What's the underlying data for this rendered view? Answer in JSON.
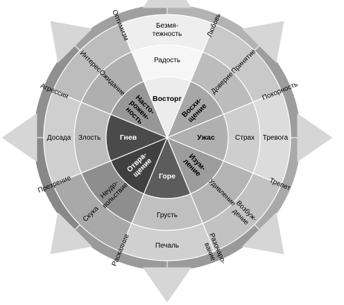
{
  "emotions": [
    {
      "mild": "Безмя-\nтежность",
      "basic": "Радость",
      "intense": "Восторг",
      "tones": [
        "#eeeeee",
        "#f6f6f6",
        "#ececec"
      ],
      "core_text": "#000000"
    },
    {
      "mild": "Принятие",
      "basic": "Доверие",
      "intense": "Восхи-\nщение",
      "tones": [
        "#c9c9c9",
        "#bcbcbc",
        "#a7a7a7"
      ],
      "core_text": "#000000"
    },
    {
      "mild": "Тревога",
      "basic": "Страх",
      "intense": "Ужас",
      "tones": [
        "#dcdcdc",
        "#cecece",
        "#b0b0b0"
      ],
      "core_text": "#000000"
    },
    {
      "mild": "Возбуж-\nдение",
      "basic": "Удивление",
      "intense": "Изум-\nление",
      "tones": [
        "#c2c2c2",
        "#b4b4b4",
        "#9c9c9c"
      ],
      "core_text": "#000000"
    },
    {
      "mild": "Печаль",
      "basic": "Грусть",
      "intense": "Горе",
      "tones": [
        "#d0d0d0",
        "#c0c0c0",
        "#5c5c5c"
      ],
      "core_text": "#ffffff"
    },
    {
      "mild": "Скука",
      "basic": "Неудо-\nвольствие",
      "intense": "Отвра-\nщение",
      "tones": [
        "#a9a9a9",
        "#8e8e8e",
        "#404040"
      ],
      "core_text": "#ffffff"
    },
    {
      "mild": "Досада",
      "basic": "Злость",
      "intense": "Гнев",
      "tones": [
        "#cfcfcf",
        "#bdbdbd",
        "#4a4a4a"
      ],
      "core_text": "#ffffff"
    },
    {
      "mild": "Интерес",
      "basic": "Ожидание",
      "intense": "Насто-\nрожен-\nность",
      "tones": [
        "#bdbdbd",
        "#afafaf",
        "#979797"
      ],
      "core_text": "#000000"
    }
  ],
  "dyads": [
    "Любовь",
    "Покорность",
    "Трепет",
    "Разочаро-\nвание",
    "Раскаяние",
    "Презрение",
    "Агрессия",
    "Оптимизм"
  ],
  "colors": {
    "outer_ring": [
      "#b3b3b3",
      "#9d9d9d",
      "#a9a9a9",
      "#9a9a9a",
      "#9a9a9a",
      "#888888",
      "#909090",
      "#a0a0a0"
    ],
    "outline": "#ffffff"
  }
}
